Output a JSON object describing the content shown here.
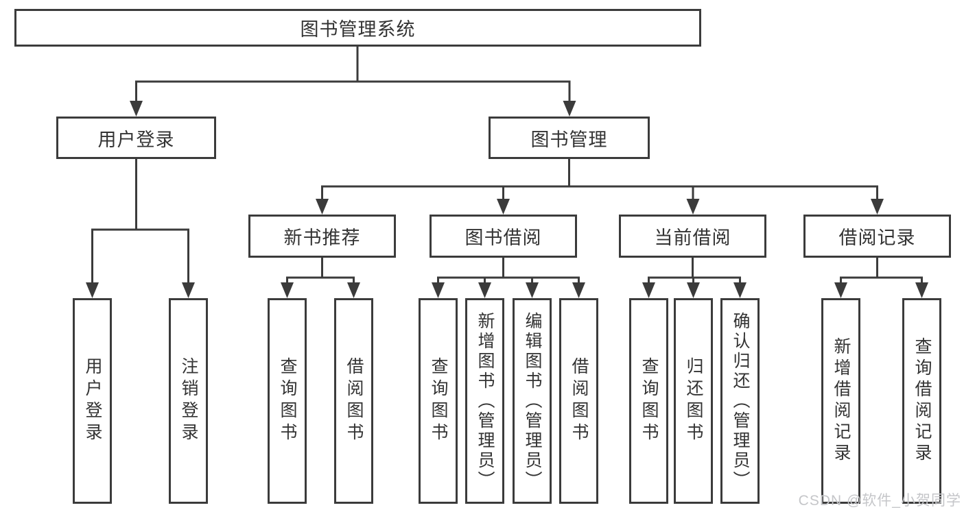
{
  "root": {
    "label": "图书管理系统"
  },
  "branches": [
    {
      "label": "用户登录",
      "children": [
        {
          "label": "用户登录"
        },
        {
          "label": "注销登录"
        }
      ]
    },
    {
      "label": "图书管理",
      "children": [
        {
          "label": "新书推荐",
          "children": [
            {
              "label": "查询图书"
            },
            {
              "label": "借阅图书"
            }
          ]
        },
        {
          "label": "图书借阅",
          "children": [
            {
              "label": "查询图书"
            },
            {
              "label": "新增图书（管理员）"
            },
            {
              "label": "编辑图书（管理员）"
            },
            {
              "label": "借阅图书"
            }
          ]
        },
        {
          "label": "当前借阅",
          "children": [
            {
              "label": "查询图书"
            },
            {
              "label": "归还图书"
            },
            {
              "label": "确认归还（管理员）"
            }
          ]
        },
        {
          "label": "借阅记录",
          "children": [
            {
              "label": "新增借阅记录"
            },
            {
              "label": "查询借阅记录"
            }
          ]
        }
      ]
    }
  ],
  "watermark": "CSDN @软件_小贺同学",
  "colors": {
    "line": "#3b3b3b",
    "text": "#333333",
    "watermark": "#c5c6c9",
    "background": "#ffffff"
  }
}
